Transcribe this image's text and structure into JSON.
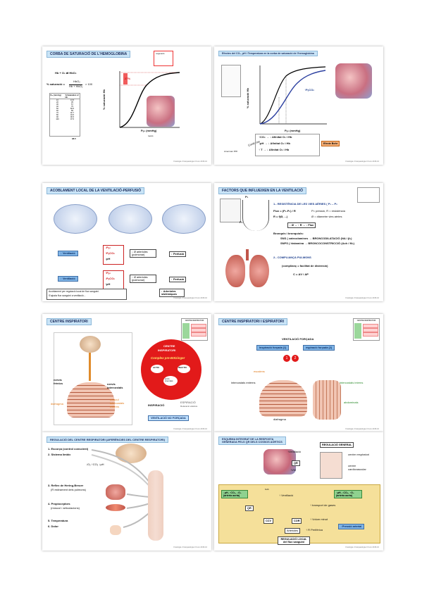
{
  "slides": {
    "s1": {
      "title": "CORBA DE SATURACIÓ DE L'HEMOGLOBINA",
      "equation": "Hb + O₂ ⇌ HbO₂",
      "sat_label": "% saturació =",
      "sat_num": "HbO₂",
      "sat_den": "Hb + HbO₂",
      "sat_mult": "× 100",
      "table_head": [
        "Pₒ₂ (mm Hg)",
        "% Saturation of Hb"
      ],
      "table_rows": [
        [
          "10",
          "13.5"
        ],
        [
          "20",
          "35"
        ],
        [
          "30",
          "57"
        ],
        [
          "40",
          "75"
        ],
        [
          "50",
          "83.5"
        ],
        [
          "60",
          "89"
        ],
        [
          "70",
          "92.7"
        ],
        [
          "80",
          "94.5"
        ],
        [
          "90",
          "96.5"
        ],
        [
          "100",
          "97.5"
        ]
      ],
      "marker_value": "98.5",
      "pct_label": "27%",
      "ylabel": "% saturació Hb",
      "xlabel": "Pₒ₂ (mmHg)",
      "x_sub": "repòs",
      "callout": "oxigenació"
    },
    "s2": {
      "title": "Efectes del CO₂, pH i Temperatura en la corba de saturació de l'hemoglobina",
      "ylabel": "% saturació Hb",
      "xlabel": "Pₒ₂ (mmHg)",
      "curve_label": "↑PₒCO₂",
      "side_label": "Conforme",
      "effects": [
        "↑CO₂  → ↓ Afinitat O₂ i Hb",
        "↓pH  → ↓ Afinitat O₂ i Hb",
        "↑ T  → ↓ Afinitat O₂ i Hb"
      ],
      "bohr": "Efecte Bohr",
      "credit": "Amerman 878"
    },
    "s3": {
      "title": "ACOBLAMENT LOCAL DE LA VENTILACIÓ-PERFUSIÓ",
      "row1_start": "↓ Ventilació",
      "row1_gases": [
        "↓Pₒ₂",
        "↑PₒCO₂",
        "↓pH"
      ],
      "row1_mid": "↓ Ø arterioles (pulmonar)",
      "row1_end": "↓ Perfusió",
      "row2_start": "↑ Ventilació",
      "row2_gases": [
        "↑Pₒ₂",
        "↓PₒCO₂",
        "↑pH"
      ],
      "row2_mid": "↑ Ø arterioles (pulmonar)",
      "row2_end": "↑ Perfusió",
      "systemic": "↓ Arterioles sistèmiques",
      "note1": "Acoblament per regulació local de flux sanguini.",
      "note2": "S'ajusta flux sanguini a ventilació..."
    },
    "s4": {
      "title": "FACTORS QUE INFLUEIXEN EN LA VENTILACIÓ",
      "p1": "P₁",
      "p2": "P₂",
      "section1": "1.- RESISTÈNCIA DE LES VIES AÈRIES ( P₁ – P₂",
      "flux_eq": "Flux = (P₁-P₂) / R",
      "flux_note": "P= pressió, R = resistència",
      "r_eq": "R = f(Ø, ...)",
      "r_note": "Ø = diàmetre vies aèries",
      "chain": "↓ Ø → ↑ R → ↓ Flux",
      "bronq": "Bronquis i bronquíols:",
      "sns": "SNS ( catecolamines → BRONCODILATACIÓ (NA / β₂)",
      "snps": "SNPS ( histamina → BRONCOCONSTRICCIÓ (Ach / M₃)",
      "section2": "2.- COMPLIANÇA PULMONS",
      "compl": "(complianç = facilitat de distensió)",
      "c_eq": "C = ΔV / ΔP"
    },
    "s5": {
      "title": "CENTRE INSPIRATORI",
      "legend_title": "CENTRE RESPIRATORI",
      "nerve1": "nervis frènics",
      "nerve2": "nervis intercostals",
      "muscle": "múscul intercostals externs",
      "diaph": "diafragma",
      "center_t1": "CENTRE",
      "center_t2": "INSPIRATORI",
      "complex": "Complex pre-Bötzinger",
      "active": "ACTIU",
      "inactive": "INACTIU",
      "neurons": "acció intercalat",
      "insp": "INSPIRACIÓ",
      "exp": "ESPIRACIÓ",
      "exp_sub": "Relaxació elàstica",
      "bottom": "VENTILACIÓ NO FORÇADA"
    },
    "s6": {
      "title": "CENTRE INSPIRATORI I ESPIRATORI",
      "legend_title": "CENTRE RESPIRATORI",
      "heading": "VENTILACIÓ FORÇADA",
      "forced_insp": "Inspiració forçada (1)",
      "forced_exp": "espiració forçada (2)",
      "scalene": "escalens",
      "ic_ext": "intercostals externs",
      "ic_int": "intercostals interns",
      "abd": "abdominals",
      "diaph": "diafragma",
      "n1": "1",
      "n2": "2"
    },
    "s7": {
      "title": "REGULACIÓ DEL CENTRE RESPIRATORI (AFERÈNCIES DEL CENTRE RESPIRATORI)",
      "items": [
        "1. Escorça (control conscient)",
        "2. Sistema límbic",
        "3. Reflex de Hering-Breuer",
        "(R estirament dels pulmons)",
        "4. Propioceptors",
        "(múscul / articulacions)",
        "5. Temperatura",
        "6. Dolor"
      ],
      "chemo": "↓O₂  ↑CO₂  ↓pH"
    },
    "s8": {
      "title1": "ESQUEMA INTEGRAT DE LA RESPOSTA",
      "title2": "GENERADA PELS QR DELS COSSOS AÒRTICS",
      "general": "REGULACIÓ GENERAL",
      "resp_center": "centre respiratori",
      "cardio_center": "centre cardiovascular",
      "ventil": "↑Ventilació",
      "qr": "QR",
      "vm": "↑VM",
      "y1": "↓pH, ↑CO₂, ↓O₂ (arteria aorta)",
      "qr2": "QR",
      "bulb": "bulb",
      "ventil2": "↑ Ventilació",
      "gas": "↑ transport de gases",
      "y2": "↑pH, ↓CO₂, ↑O₂ (arteria aorta)",
      "ccv": "CCV",
      "cor": "COR",
      "vol": "↑ Volum minut",
      "pres": "↑Pressió arterial",
      "art": "Arterioles",
      "resist": "↑ R Perifèrica",
      "local": "REGULACIÓ LOCAL del flux sanguini"
    }
  },
  "footer": "Fisiologia i Fisiopatologia II  Curs 2015-16"
}
